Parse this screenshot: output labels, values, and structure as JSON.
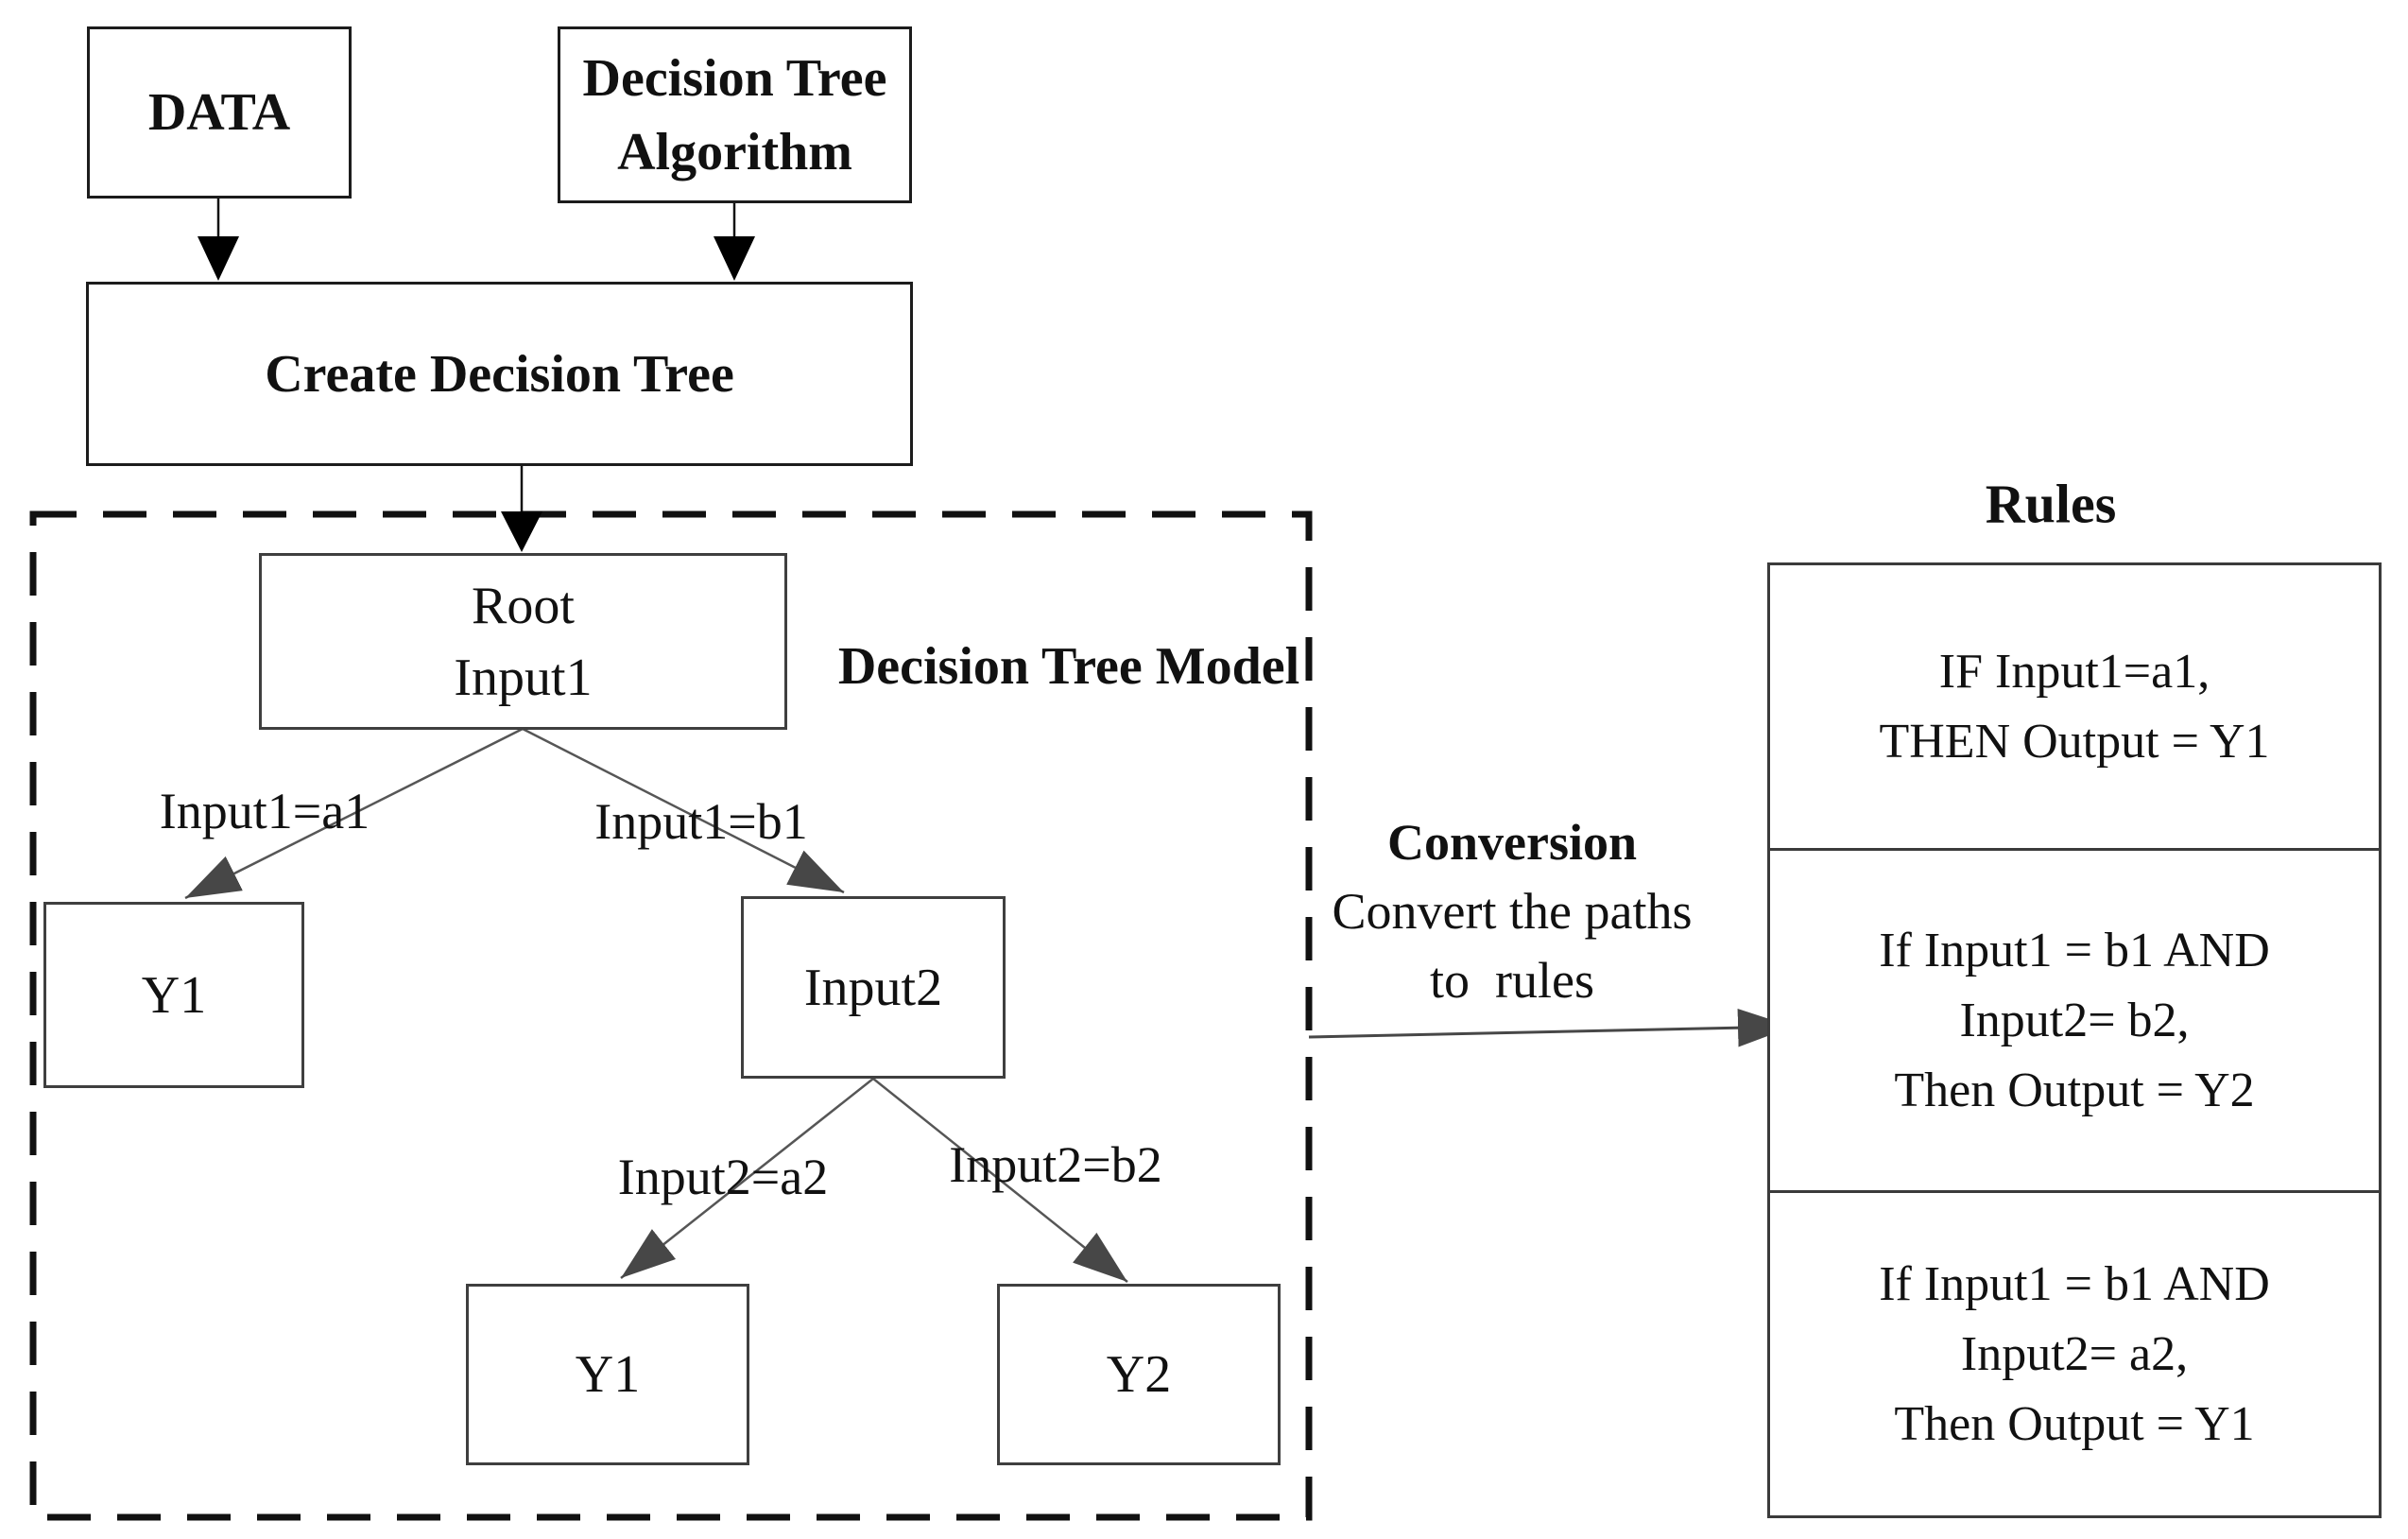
{
  "flow": {
    "data_box": "DATA",
    "algorithm_box": {
      "line1": "Decision Tree",
      "line2": "Algorithm"
    },
    "create_box": "Create Decision Tree"
  },
  "model": {
    "region_label": "Decision Tree Model",
    "root": {
      "line1": "Root",
      "line2": "Input1"
    },
    "nodes": {
      "y1_left": "Y1",
      "input2": "Input2",
      "y1_bottom": "Y1",
      "y2": "Y2"
    },
    "edges": {
      "a1": "Input1=a1",
      "b1": "Input1=b1",
      "a2": "Input2=a2",
      "b2": "Input2=b2"
    }
  },
  "conversion": {
    "title": "Conversion",
    "line1": "Convert the paths",
    "line2": "to  rules"
  },
  "rules": {
    "title": "Rules",
    "items": [
      {
        "lines": [
          "IF Input1=a1,",
          "THEN Output = Y1"
        ]
      },
      {
        "lines": [
          "If Input1 = b1 AND",
          "Input2= b2,",
          "Then Output = Y2"
        ]
      },
      {
        "lines": [
          "If Input1 = b1 AND",
          "Input2= a2,",
          "Then Output = Y1"
        ]
      }
    ]
  },
  "colors": {
    "background": "#ffffff",
    "text": "#111111",
    "box_border": "#3f3f3f",
    "flow_border": "#1c1c1c",
    "branch_line": "#565656",
    "arrowhead_black": "#000000",
    "arrowhead_gray": "#474747",
    "dashed_border": "#111111"
  }
}
